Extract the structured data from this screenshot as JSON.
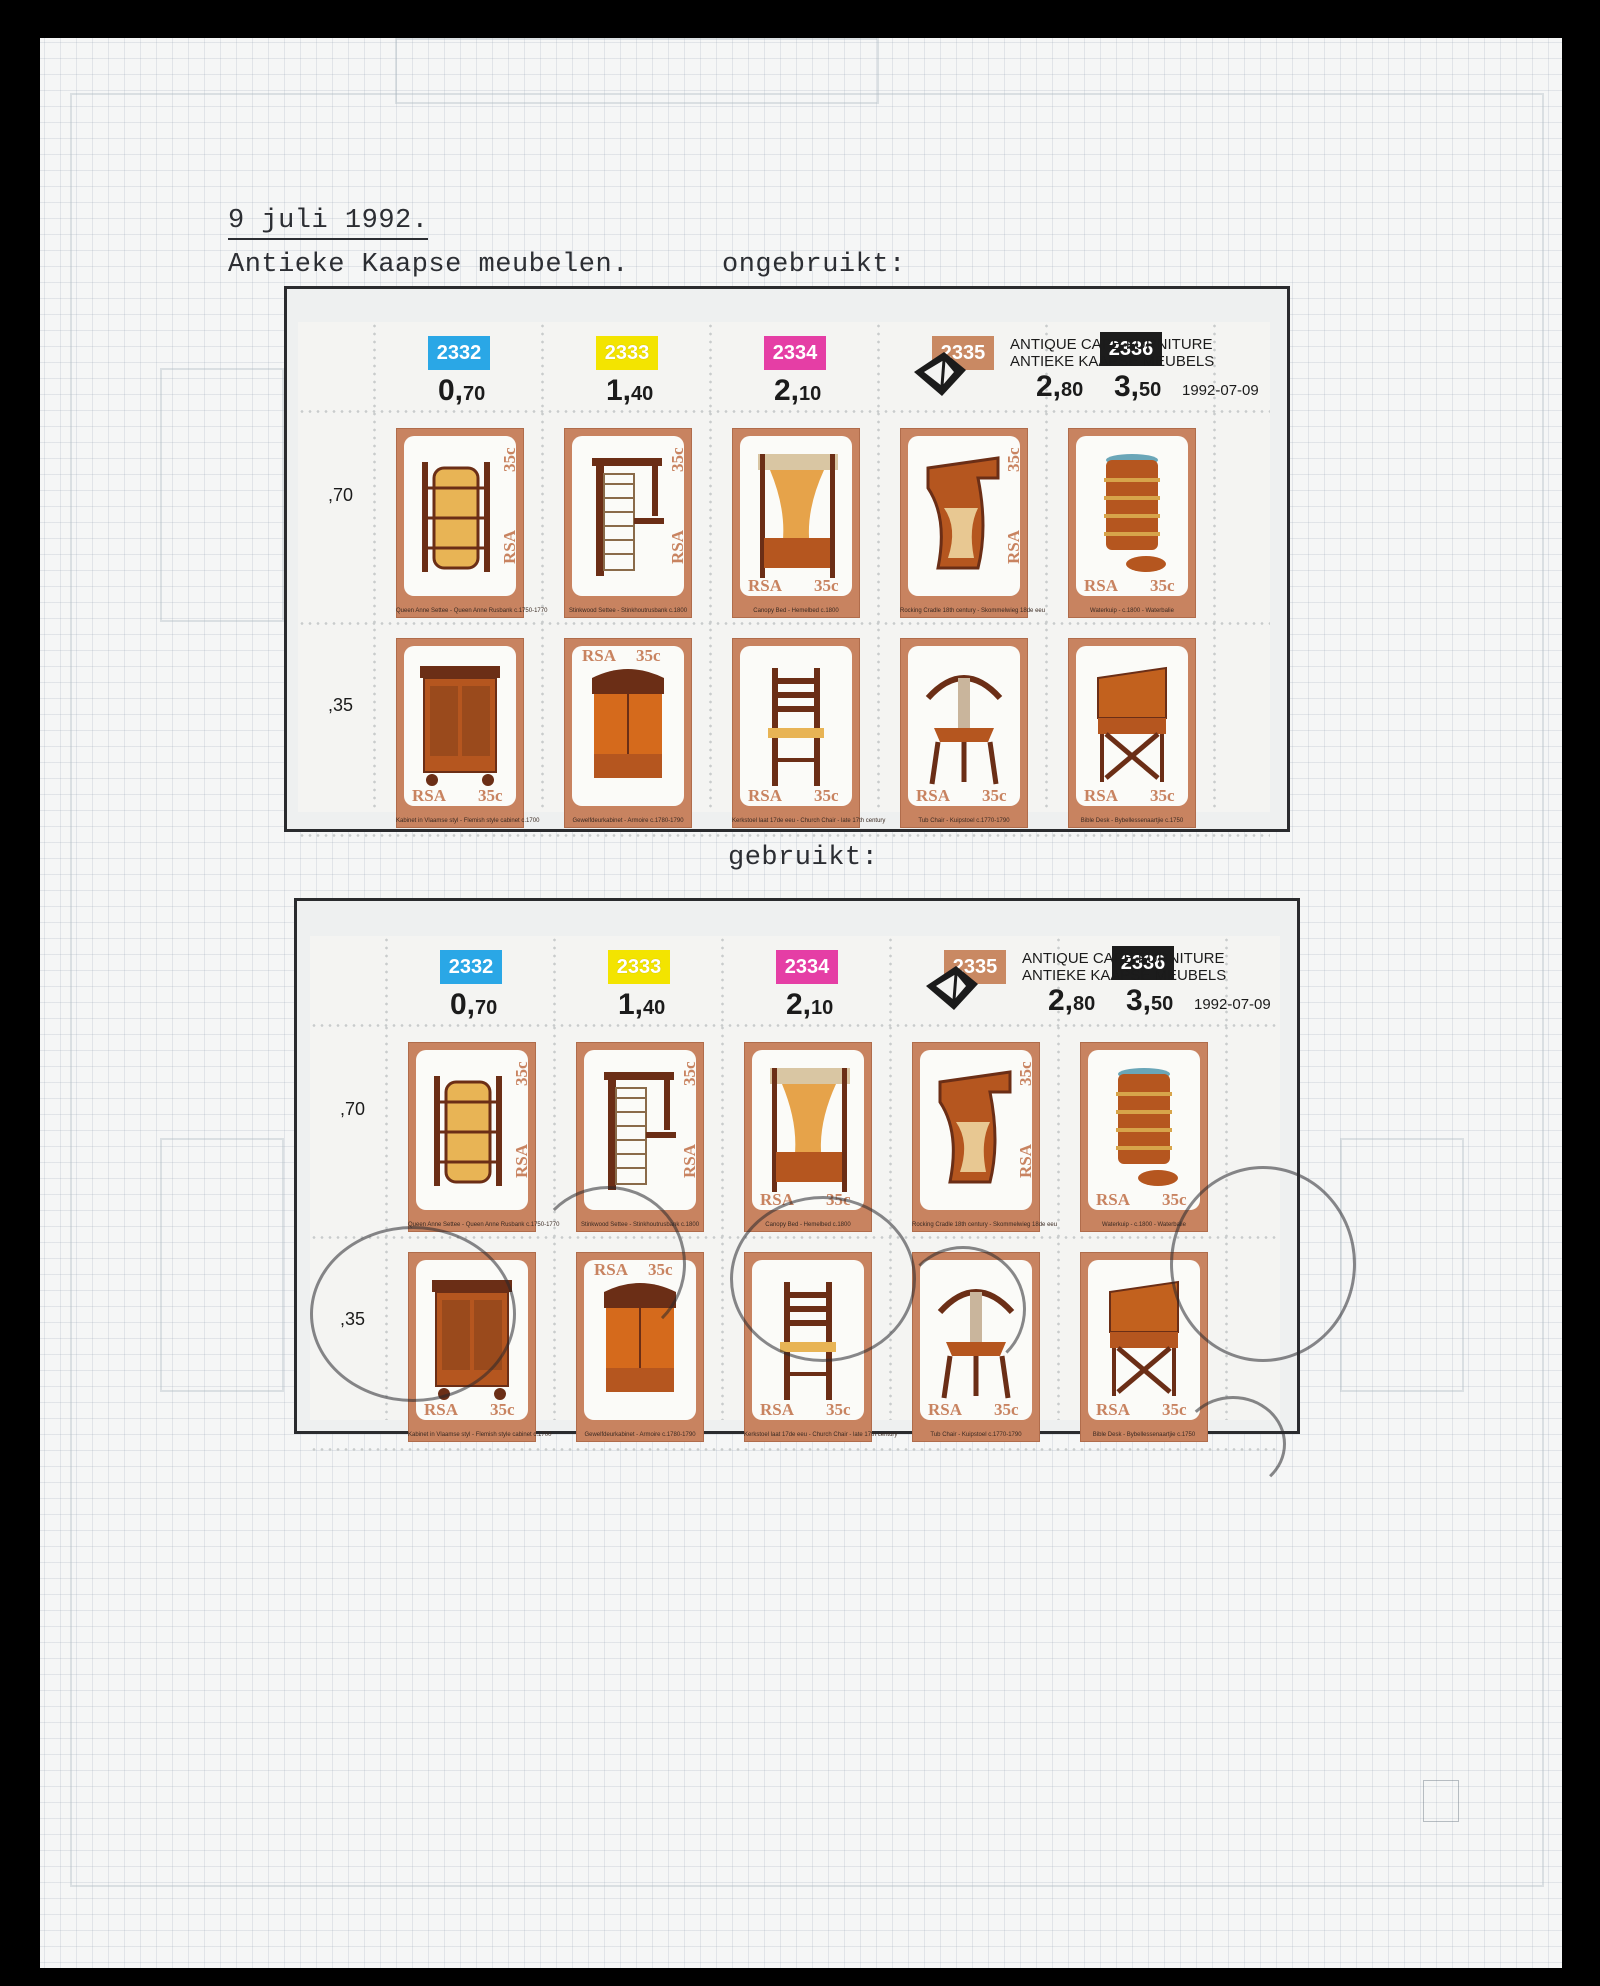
{
  "header": {
    "date": "9 juli 1992.",
    "title": "Antieke Kaapse meubelen.",
    "unused_label": "ongebruikt:",
    "used_label": "gebruikt:"
  },
  "sheet": {
    "control_numbers": [
      {
        "text": "2332",
        "color": "#2aa7e6"
      },
      {
        "text": "2333",
        "color": "#f3e400"
      },
      {
        "text": "2334",
        "color": "#e53ea5"
      },
      {
        "text": "2335",
        "color": "#c98963"
      },
      {
        "text": "2336",
        "color": "#1c1c1c"
      }
    ],
    "prices": [
      {
        "main": "0,",
        "small": "70"
      },
      {
        "main": "1,",
        "small": "40"
      },
      {
        "main": "2,",
        "small": "10"
      },
      {
        "main": "2,",
        "small": "80"
      },
      {
        "main": "3,",
        "small": "50"
      }
    ],
    "title_en": "ANTIQUE CAPE FURNITURE",
    "title_af": "ANTIEKE KAAPSE MEUBELS",
    "issue_date": "1992-07-09",
    "row_values": [
      ",70",
      ",35"
    ],
    "country": "RSA",
    "stamp_value": "35c",
    "stamps": [
      {
        "caption": "Queen Anne Settee - Queen Anne Rusbank c.1750-1770",
        "art": "settee"
      },
      {
        "caption": "Stinkwood Settee - Stinkhoutrusbank c.1800",
        "art": "bench"
      },
      {
        "caption": "Canopy Bed - Hemelbed c.1800",
        "art": "bed"
      },
      {
        "caption": "Rocking Cradle 18th century - Skommelwieg 18de eeu",
        "art": "cradle"
      },
      {
        "caption": "Waterkuip - c.1800 - Waterbalie",
        "art": "tub"
      },
      {
        "caption": "Kabinet in Vlaamse styl - Flemish style cabinet c.1700",
        "art": "cabinet"
      },
      {
        "caption": "Gewelfdeurkabinet - Armoire c.1780-1790",
        "art": "armoire"
      },
      {
        "caption": "Kerkstoel laat 17de eeu - Church Chair - late 17th century",
        "art": "chair"
      },
      {
        "caption": "Tub Chair - Kuipstoel c.1770-1790",
        "art": "tubchair"
      },
      {
        "caption": "Bible Desk - Bybellessenaartjie c.1750",
        "art": "desk"
      }
    ]
  },
  "colors": {
    "stamp_frame": "#c88360",
    "wood_dark": "#6b2e16",
    "wood_light": "#b5561f",
    "cushion": "#e8b455"
  }
}
